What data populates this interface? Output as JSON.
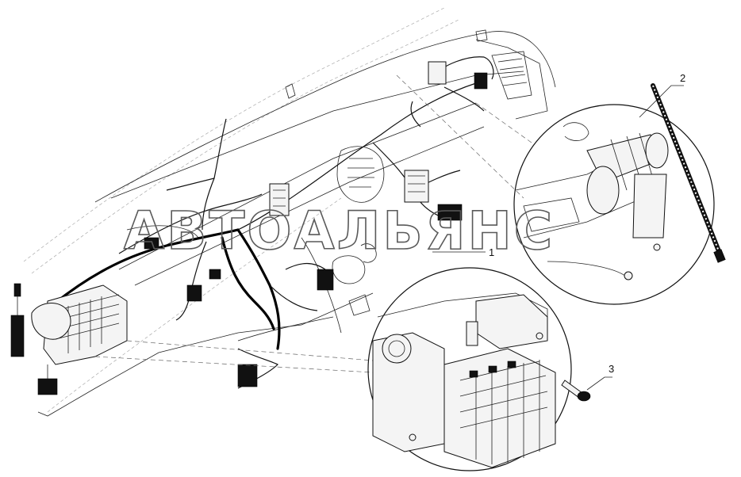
{
  "watermark": {
    "text": "АВТОАЛЬЯНС"
  },
  "callouts": [
    {
      "number": "1"
    },
    {
      "number": "2"
    },
    {
      "number": "3"
    }
  ]
}
